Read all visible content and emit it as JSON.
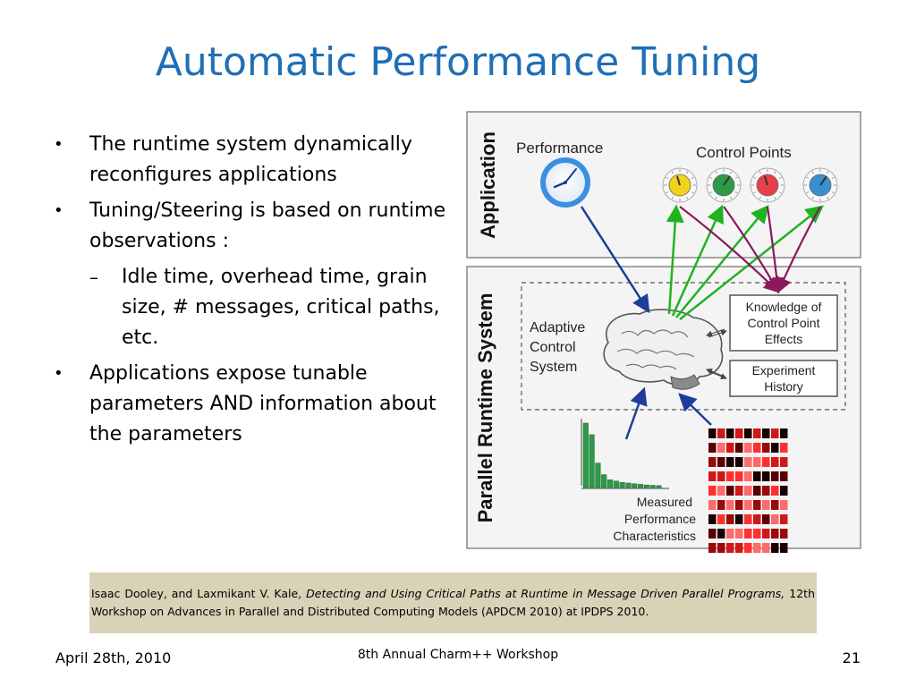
{
  "slide": {
    "title": "Automatic Performance Tuning"
  },
  "bullets": [
    {
      "text": "The runtime system dynamically reconfigures applications",
      "level": 1
    },
    {
      "text": "Tuning/Steering is based on runtime observations :",
      "level": 1
    },
    {
      "text": "Idle time, overhead time, grain size, # messages, critical paths, etc.",
      "level": 2
    },
    {
      "text": "Applications expose tunable parameters AND information about the parameters",
      "level": 1
    }
  ],
  "bullet_glyphs": {
    "level1": "•",
    "level2": "–"
  },
  "diagram": {
    "application_label": "Application",
    "runtime_label": "Parallel Runtime System",
    "performance_label": "Performance",
    "control_points_label": "Control Points",
    "adaptive_lines": [
      "Adaptive",
      "Control",
      "System"
    ],
    "knowledge_lines": [
      "Knowledge of",
      "Control Point",
      "Effects"
    ],
    "experiment_lines": [
      "Experiment",
      "History"
    ],
    "measured_lines": [
      "Measured",
      "Performance",
      "Characteristics"
    ],
    "control_point_colors": [
      "#f2d21a",
      "#2e9a48",
      "#e8404a",
      "#3a8fd0"
    ],
    "histogram_values": [
      1.0,
      0.82,
      0.38,
      0.2,
      0.12,
      0.1,
      0.08,
      0.07,
      0.06,
      0.05,
      0.04,
      0.035,
      0.03
    ]
  },
  "reference": {
    "authors": "Isaac Dooley, and Laxmikant V. Kale,",
    "paper_title": " Detecting and Using Critical Paths at Runtime in Message Driven Parallel Programs,",
    "venue": " 12th Workshop on Advances in Parallel and Distributed Computing Models (APDCM 2010) at IPDPS 2010."
  },
  "footer": {
    "date": "April 28th, 2010",
    "event": "8th Annual Charm++ Workshop",
    "page": "21"
  }
}
